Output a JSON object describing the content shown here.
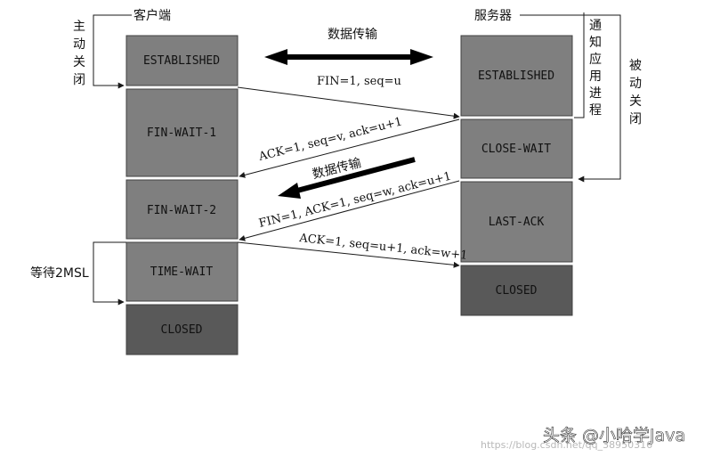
{
  "client": {
    "title": "客户端",
    "states": [
      "ESTABLISHED",
      "FIN-WAIT-1",
      "FIN-WAIT-2",
      "TIME-WAIT",
      "CLOSED"
    ]
  },
  "server": {
    "title": "服务器",
    "states": [
      "ESTABLISHED",
      "CLOSE-WAIT",
      "LAST-ACK",
      "CLOSED"
    ]
  },
  "labels": {
    "active_close": "主动关闭",
    "passive_close": "被动关闭",
    "notify_app": "通知应用进程",
    "wait_2msl": "等待2MSL",
    "data_transfer_top": "数据传输",
    "data_transfer_mid": "数据传输"
  },
  "messages": [
    {
      "text": "FIN=1,  seq=u"
    },
    {
      "text": "ACK=1, seq=v, ack=u+1"
    },
    {
      "text": "FIN=1,  ACK=1,  seq=w, ack=u+1"
    },
    {
      "text": "ACK=1, seq=u+1, ack=w+1"
    }
  ],
  "watermark": {
    "brand": "头条 @小哈学Java",
    "url": "https://blog.csdn.net/qq_38950316"
  },
  "colors": {
    "state_fill": "#7f7f7f",
    "closed_fill": "#595959",
    "border": "#404040",
    "line": "#1a1a1a"
  }
}
